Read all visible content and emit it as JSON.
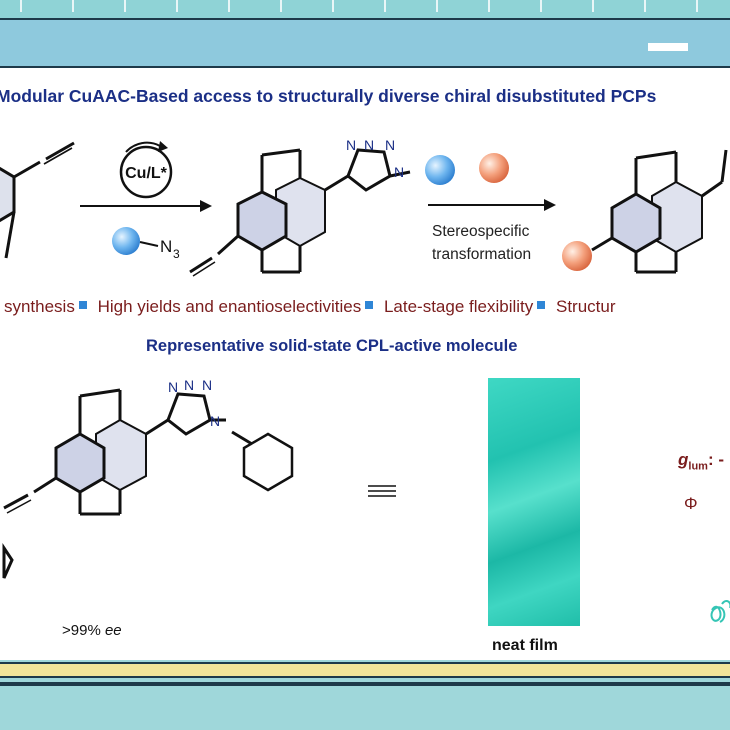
{
  "header": {
    "title": "Modular CuAAC-Based access to structurally diverse chiral disubstituted PCPs"
  },
  "reaction": {
    "catalyst_label": "Cu/L*",
    "azide_label": "N",
    "azide_subscript": "3",
    "triazole_n_left": "N",
    "triazole_n_eq": "N",
    "triazole_n_right": "N",
    "step2_label_line1": "Stereospecific",
    "step2_label_line2": "transformation"
  },
  "features": [
    "le synthesis",
    "High yields and enantioselectivities",
    "Late-stage flexibility",
    "Structur"
  ],
  "representative": {
    "subtitle": "Representative solid-state CPL-active molecule",
    "ee_value": ">99%",
    "ee_unit": "ee",
    "film_label": "neat film",
    "glum_symbol": "g",
    "glum_sub": "lum",
    "glum_rest": ": -",
    "phi_label": "Φ"
  },
  "colors": {
    "title_blue": "#1b2f86",
    "feature_red": "#7a1d1d",
    "bullet_blue": "#2f86d6",
    "sphere_blue": "#5aa8ea",
    "sphere_orange": "#f0906a",
    "film_teal": "#22c2b0"
  }
}
